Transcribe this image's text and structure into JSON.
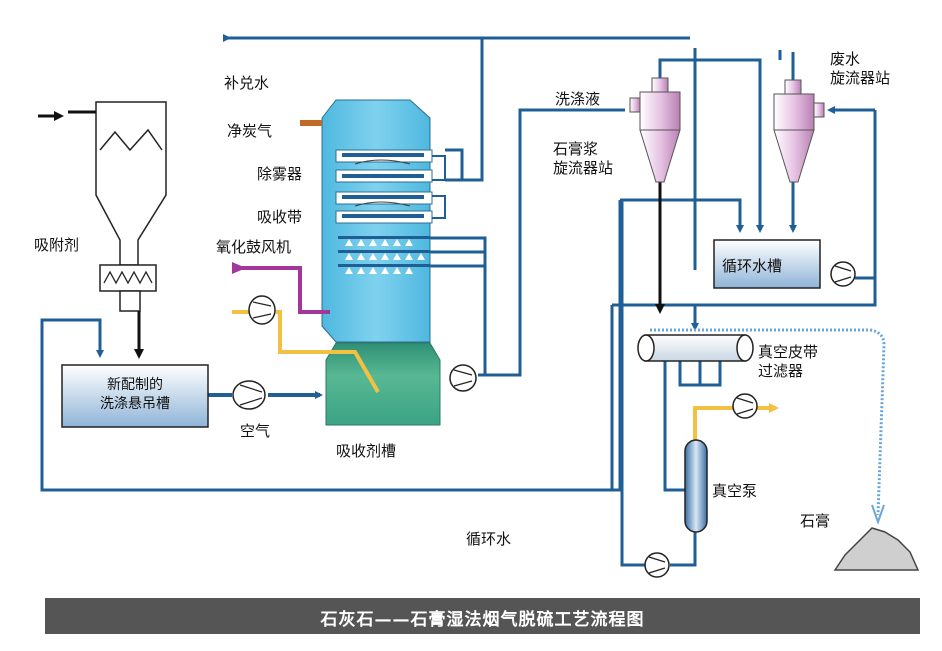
{
  "labels": {
    "makeup_water": "补兑水",
    "clean_flue_gas": "净炭气",
    "demister": "除雾器",
    "absorption_zone": "吸收带",
    "absorbent": "吸附剂",
    "oxidation_blower": "氧化鼓风机",
    "absorbent_tank": "吸收剂槽",
    "air": "空气",
    "wash_liquid": "洗涤液",
    "gypsum_slurry_cyclone": "石膏浆\n旋流器站",
    "wastewater_cyclone": "废水\n旋流器站",
    "circulating_water_tank": "循环水槽",
    "vacuum_belt_filter": "真空皮带\n过滤器",
    "vacuum_pump": "真空泵",
    "gypsum": "石膏",
    "circulating_water": "循环水",
    "fresh_slurry_tank": "新配制的\n洗涤悬吊槽"
  },
  "title": "石灰石——石膏湿法烟气脱硫工艺流程图",
  "colors": {
    "pipe": "#1f5f96",
    "oxidation_air": "#a3369a",
    "yellow_line": "#f2c043",
    "tower": "#5cc4e6",
    "tank_green": "#3aa384",
    "cyclone_pink": "#d4a6d0",
    "title_bg": "#555555"
  }
}
